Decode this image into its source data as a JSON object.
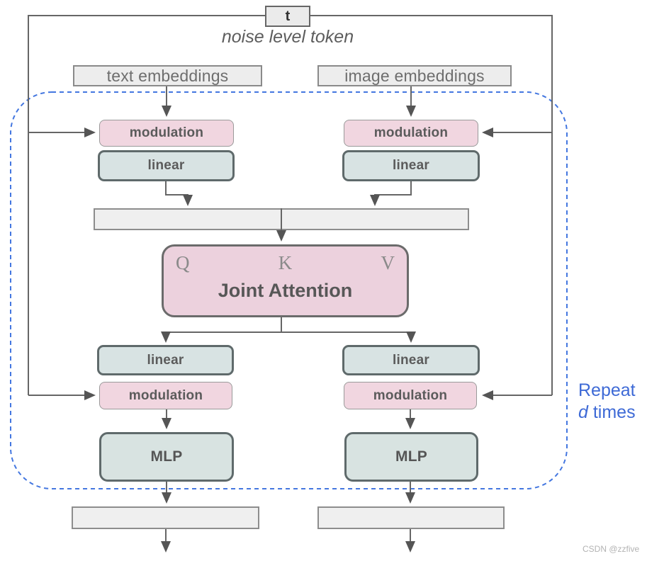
{
  "diagram": {
    "noise_token": {
      "t_label": "t",
      "caption": "noise level token"
    },
    "inputs": {
      "text_embeddings": "text embeddings",
      "image_embeddings": "image embeddings"
    },
    "blocks": {
      "modulation": "modulation",
      "linear": "linear",
      "mlp": "MLP"
    },
    "attention": {
      "q": "Q",
      "k": "K",
      "v": "V",
      "title": "Joint Attention"
    },
    "repeat_label": {
      "line1": "Repeat",
      "line2_italic": "d",
      "line2_rest": " times"
    },
    "watermark": "CSDN @zzfive",
    "colors": {
      "modulation_fill": "#f1d6e0",
      "linear_fill": "#d8e3e3",
      "attention_fill": "#ecd1dd",
      "mlp_fill": "#d8e3e1",
      "bar_fill": "#efefef",
      "dashed_border": "#4477e0",
      "connector": "#666666",
      "repeat_text": "#3e6ad6",
      "watermark_text": "#b3b3b3"
    }
  }
}
